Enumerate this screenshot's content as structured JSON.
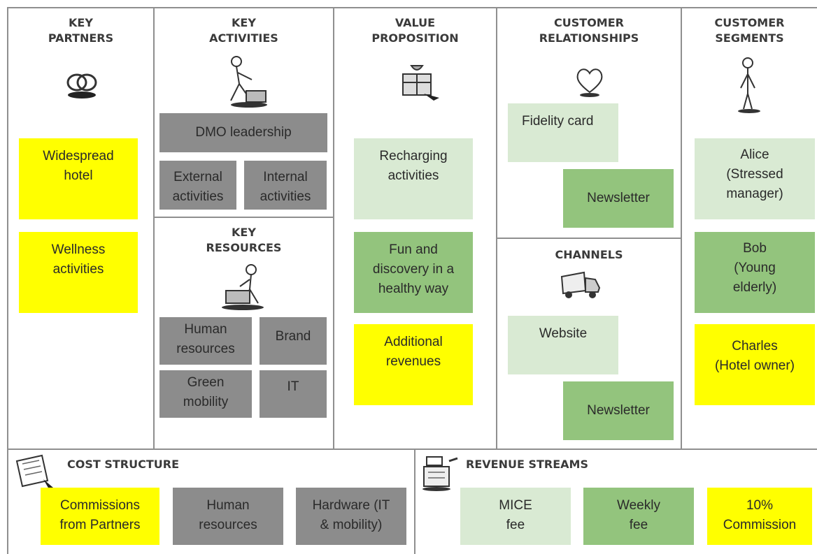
{
  "sections": {
    "key_partners": "KEY\nPARTNERS",
    "key_activities": "KEY\nACTIVITIES",
    "value_proposition": "VALUE\nPROPOSITION",
    "customer_relationships": "CUSTOMER\nRELATIONSHIPS",
    "customer_segments": "CUSTOMER\nSEGMENTS",
    "key_resources": "KEY\nRESOURCES",
    "channels": "CHANNELS",
    "cost_structure": "COST STRUCTURE",
    "revenue_streams": "REVENUE STREAMS"
  },
  "key_partners": [
    "Widespread\nhotel",
    "Wellness\nactivities"
  ],
  "key_activities": [
    "DMO leadership",
    "External\nactivities",
    "Internal\nactivities"
  ],
  "key_resources": [
    "Human\nresources",
    "Brand",
    "Green\nmobility",
    "IT"
  ],
  "value_proposition": [
    "Recharging\nactivities",
    "Fun and\ndiscovery in a\nhealthy way",
    "Additional\nrevenues"
  ],
  "customer_relationships": [
    "Fidelity card",
    "Newsletter"
  ],
  "channels": [
    "Website",
    "Newsletter"
  ],
  "customer_segments": [
    "Alice\n(Stressed\nmanager)",
    "Bob\n(Young\nelderly)",
    "Charles\n(Hotel owner)"
  ],
  "cost_structure": [
    "Commissions\nfrom Partners",
    "Human\nresources",
    "Hardware (IT\n& mobility)"
  ],
  "revenue_streams": [
    "MICE\nfee",
    "Weekly\nfee",
    "10%\nCommission"
  ],
  "colors": {
    "yellow": "#ffff00",
    "gray": "#8c8c8c",
    "light_green": "#d9ead3",
    "green": "#93c47d",
    "border": "#8f8f8f"
  },
  "icons": [
    "rings-icon",
    "worker-icon",
    "gift-icon",
    "heart-icon",
    "person-icon",
    "resources-worker-icon",
    "truck-icon",
    "receipt-icon",
    "cash-register-icon"
  ]
}
